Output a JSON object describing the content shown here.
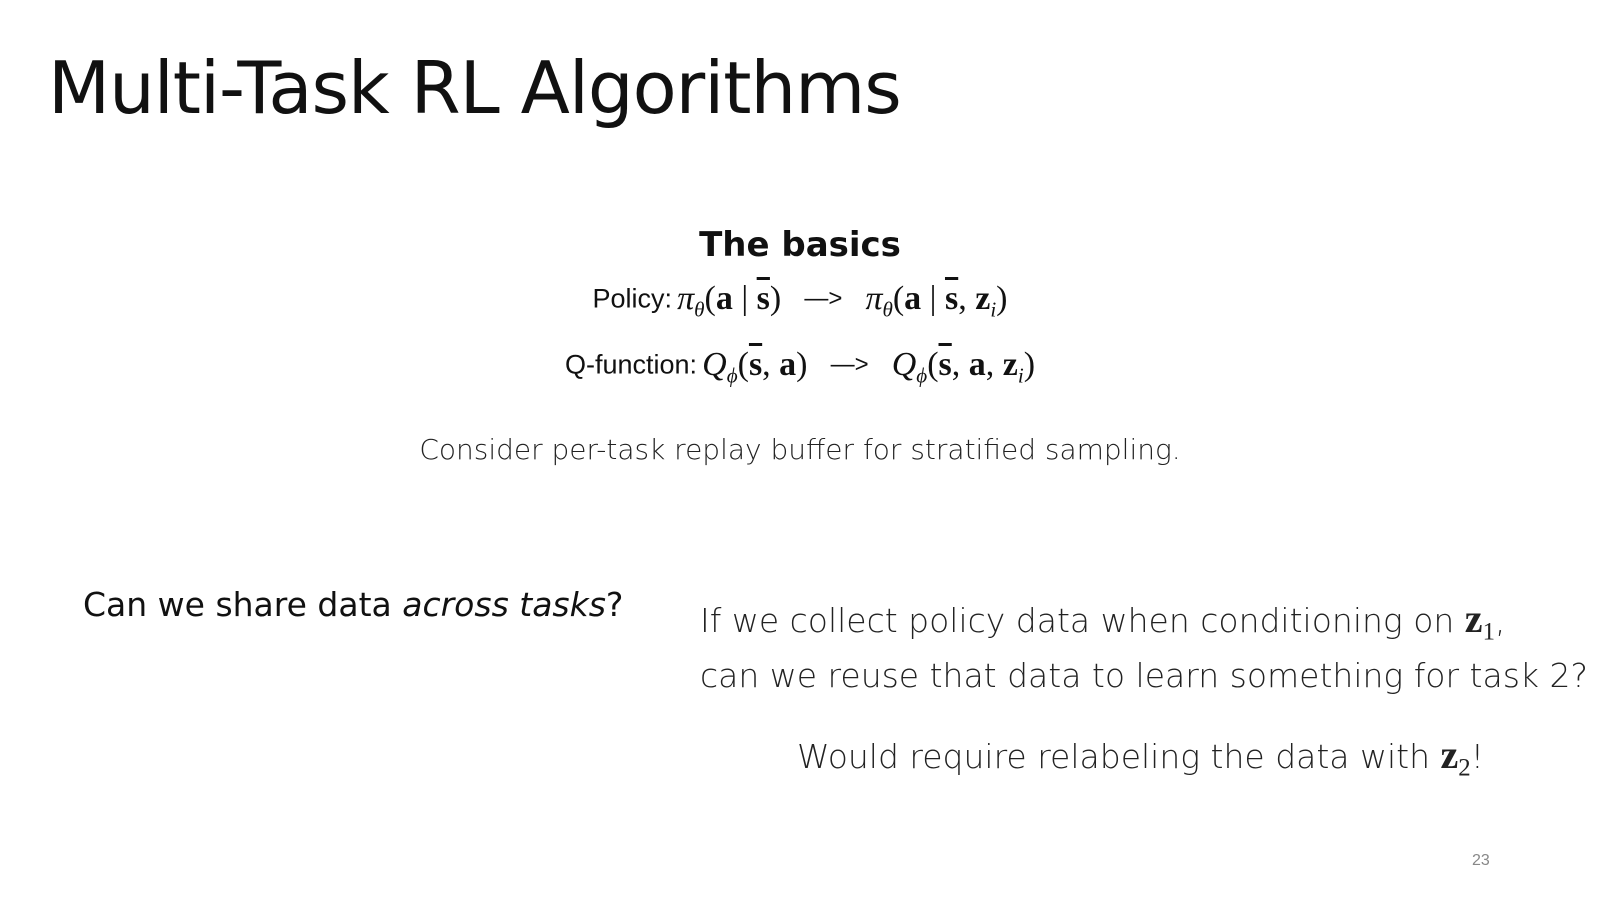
{
  "slide": {
    "title": "Multi-Task RL Algorithms",
    "basics_heading": "The basics",
    "policy_label": "Policy:",
    "qfunction_label": "Q-function:",
    "arrow": "—>",
    "consider_text": "Consider per-task replay buffer for stratified sampling.",
    "question_prefix": "Can we share data ",
    "question_emphasis": "across tasks",
    "question_suffix": "?",
    "answer_line1": "If we collect policy data when conditioning on ",
    "answer_line1_var": "z",
    "answer_line1_sub": "1",
    "answer_line1_end": ",",
    "answer_line2": "can we reuse that data to learn something for task 2?",
    "relabel_text": "Would require relabeling the data with ",
    "relabel_var": "z",
    "relabel_sub": "2",
    "relabel_end": "!",
    "page_number": "23"
  }
}
